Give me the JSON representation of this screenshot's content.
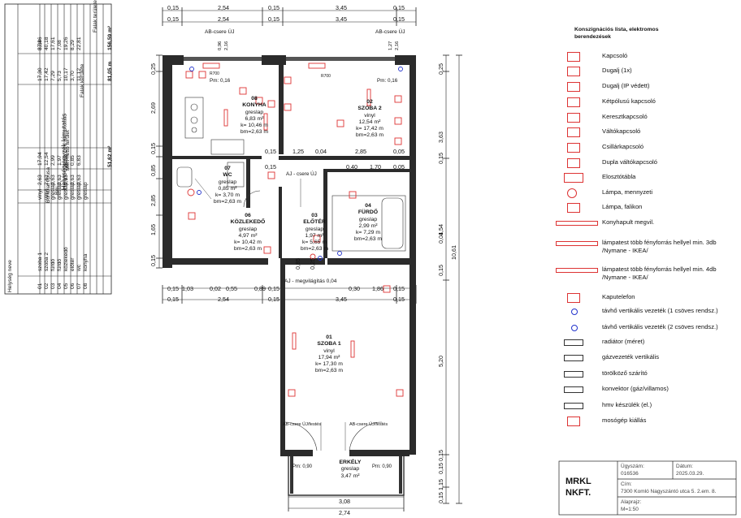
{
  "left_table": {
    "title": "Helyiségjegyzék kimutatás",
    "headers": {
      "room_name": "Helység neve",
      "floor": "Burkolat típusa",
      "height": "Bm:",
      "measured": "Mért nettó terület",
      "wall_area": "Falak kerülete",
      "wall_area2": "Falak területe"
    },
    "rows": [
      {
        "no": "01",
        "name": "szoba 1",
        "floor": "vinyl",
        "bm": "2,63",
        "area": "17,94",
        "per": "17,30",
        "wall": "37,46"
      },
      {
        "no": "02",
        "name": "szoba 2",
        "floor": "vinyl",
        "bm": "2,63",
        "area": "12,54",
        "per": "17,42",
        "wall": "40,18"
      },
      {
        "no": "03",
        "name": "fürdő",
        "floor": "greslap",
        "bm": "2,63",
        "area": "2,99",
        "per": "7,29",
        "wall": "17,61"
      },
      {
        "no": "04",
        "name": "fürdő",
        "floor": "greslap",
        "bm": "2,63",
        "area": "1,97",
        "per": "5,73",
        "wall": "7,08"
      },
      {
        "no": "05",
        "name": "közlekedő",
        "floor": "greslap",
        "bm": "2,63",
        "area": "5,03",
        "per": "10,17",
        "wall": "19,26"
      },
      {
        "no": "06",
        "name": "előtér",
        "floor": "greslap",
        "bm": "2,63",
        "area": "0,85",
        "per": "3,70",
        "wall": "8,29"
      },
      {
        "no": "07",
        "name": "wc",
        "floor": "greslap",
        "bm": "2,63",
        "area": "6,83",
        "per": "11,12",
        "wall": "22,81"
      },
      {
        "no": "08",
        "name": "konyha",
        "floor": "greslap",
        "bm": "",
        "area": "",
        "per": "",
        "wall": ""
      }
    ],
    "totals": {
      "area": "51,62 m²",
      "per": "81,05 m",
      "wall": "156,59 m²"
    },
    "extra": "8,33"
  },
  "dimensions": {
    "top1": [
      "0,15",
      "2,54",
      "0,15",
      "3,45",
      "0,15"
    ],
    "top2": [
      "0,15",
      "2,54",
      "0,15",
      "3,45",
      "0,15"
    ],
    "mid1": [
      "0,15",
      "1,03",
      "0,02",
      "0,55",
      "0,89",
      "0,15",
      "0,30",
      "1,86",
      "0,15"
    ],
    "mid2": [
      "0,15",
      "2,54",
      "0,15",
      "3,45",
      "0,15"
    ],
    "bottom1": "3,08",
    "bottom2": "2,74",
    "left": [
      "0,25",
      "2,69",
      "0,15",
      "0,85",
      "2,85",
      "1,65",
      "0,15"
    ],
    "right": [
      "0,25",
      "3,63",
      "0,15",
      "1,54",
      "0,04",
      "0,15",
      "5,20",
      "0,15",
      "0,15",
      "1,15",
      "0,15"
    ],
    "right_total": "10,61",
    "inner_h1": [
      "0,15",
      "1,25",
      "0,04",
      "2,85",
      "0,05"
    ],
    "inner_h2": [
      "0,15",
      "0,40",
      "1,70",
      "0,05"
    ],
    "inner_h3": [
      "0,85",
      "0,25"
    ],
    "megvilag": "AJ - megvilágítás 0,04"
  },
  "rooms": [
    {
      "id": "08",
      "name": "KONYHA",
      "floor": "greslap",
      "area": "6,83 m²",
      "k": "k= 10,46 m",
      "bm": "bm=2,63 m"
    },
    {
      "id": "02",
      "name": "SZOBA 2",
      "floor": "vinyl",
      "area": "12,54 m²",
      "k": "k= 17,42 m",
      "bm": "bm=2,63 m"
    },
    {
      "id": "07",
      "name": "WC",
      "floor": "greslap",
      "area": "0,85 m²",
      "k": "k= 3,70 m",
      "bm": "bm=2,63 m"
    },
    {
      "id": "06",
      "name": "KÖZLEKEDŐ",
      "floor": "greslap",
      "area": "4,97 m²",
      "k": "k= 10,42 m",
      "bm": "bm=2,63 m"
    },
    {
      "id": "03",
      "name": "ELŐTÉR",
      "floor": "greslap",
      "area": "1,97 m²",
      "k": "k= 5,65 m",
      "bm": "bm=2,63 m"
    },
    {
      "id": "04",
      "name": "FÜRDŐ",
      "floor": "greslap",
      "area": "2,99 m²",
      "k": "k= 7,29 m",
      "bm": "bm=2,63 m"
    },
    {
      "id": "01",
      "name": "SZOBA 1",
      "floor": "vinyl",
      "area": "17,94 m²",
      "k": "k= 17,30 m",
      "bm": "bm=2,63 m"
    },
    {
      "id": "",
      "name": "ERKÉLY",
      "floor": "greslap",
      "area": "3,47 m²",
      "k": "",
      "bm": ""
    }
  ],
  "annotations": {
    "ab_csere_1": "AB-csere ÚJ",
    "ab_csere_2": "AB-csere ÚJ",
    "aj_csere": "AJ - csere ÚJ",
    "pm1": "Pm: 0,16",
    "pm2": "Pm: 0,16",
    "pm3": "Pm: 0,90",
    "pm4": "Pm: 0,90",
    "r700a": "R700",
    "r700b": "R700",
    "ab_fest1": "AB-csere ÚJ/festés",
    "ab_fest2": "AB-csere ÚJ/festés",
    "v096": "0,96",
    "v216": "2,16",
    "v127": "1,27",
    "v216b": "2,16"
  },
  "legend": {
    "title": "Konszignációs lista, elektromos berendezések",
    "items": [
      {
        "icon": "kapcsolo-icon",
        "label": "Kapcsoló"
      },
      {
        "icon": "dugalj-icon",
        "label": "Dugalj (1x)"
      },
      {
        "icon": "dugalj-ip-icon",
        "label": "Dugalj (IP védett)"
      },
      {
        "icon": "ketpolusu-icon",
        "label": "Kétpólusú kapcsoló"
      },
      {
        "icon": "kereszt-icon",
        "label": "Keresztkapcsoló"
      },
      {
        "icon": "valto-icon",
        "label": "Váltókapcsoló"
      },
      {
        "icon": "csillar-icon",
        "label": "Csillárkapcsoló"
      },
      {
        "icon": "dupla-valto-icon",
        "label": "Dupla váltókapcsoló"
      },
      {
        "icon": "eloszto-icon",
        "label": "Elosztótábla"
      },
      {
        "icon": "lampa-menny-icon",
        "label": "Lámpa, mennyzeti"
      },
      {
        "icon": "lampa-fali-icon",
        "label": "Lámpa, falikon"
      },
      {
        "icon": "konyhapult-icon",
        "label": "Konyhapult megvil."
      },
      {
        "icon": "lampatest3-icon",
        "label": "lámpatest több fényforrás hellyel min. 3db /Nymane - IKEA/"
      },
      {
        "icon": "lampatest4-icon",
        "label": "lámpatest több fényforrás hellyel min. 4db /Nymane - IKEA/"
      },
      {
        "icon": "kaputelefon-icon",
        "label": "Kaputelefon"
      },
      {
        "icon": "tavho1-icon",
        "label": "távhő vertikális vezeték (1 csöves rendsz.)"
      },
      {
        "icon": "tavho2-icon",
        "label": "távhő vertikális vezeték (2 csöves rendsz.)"
      },
      {
        "icon": "radiator-icon",
        "label": "radiátor (méret)"
      },
      {
        "icon": "gaz-icon",
        "label": "gázvezeték vertikális"
      },
      {
        "icon": "torolkozo-icon",
        "label": "törölköző szárító"
      },
      {
        "icon": "konvektor-icon",
        "label": "konvektor (gáz/villamos)"
      },
      {
        "icon": "hmv-icon",
        "label": "hmv készülék (el.)"
      },
      {
        "icon": "mosogep-icon",
        "label": "mosógép kiállás"
      }
    ]
  },
  "titleblock": {
    "company": "MRKL NKFT.",
    "ugyszam_label": "Ügyszám:",
    "ugyszam": "016536",
    "datum_label": "Dátum:",
    "datum": "2025.03.29.",
    "cim_label": "Cím:",
    "cim": "7300 Komló Nagyszántó utca 5. 2.em. 8.",
    "alap_label": "Alaprajz:",
    "alap": "M=1:50"
  }
}
